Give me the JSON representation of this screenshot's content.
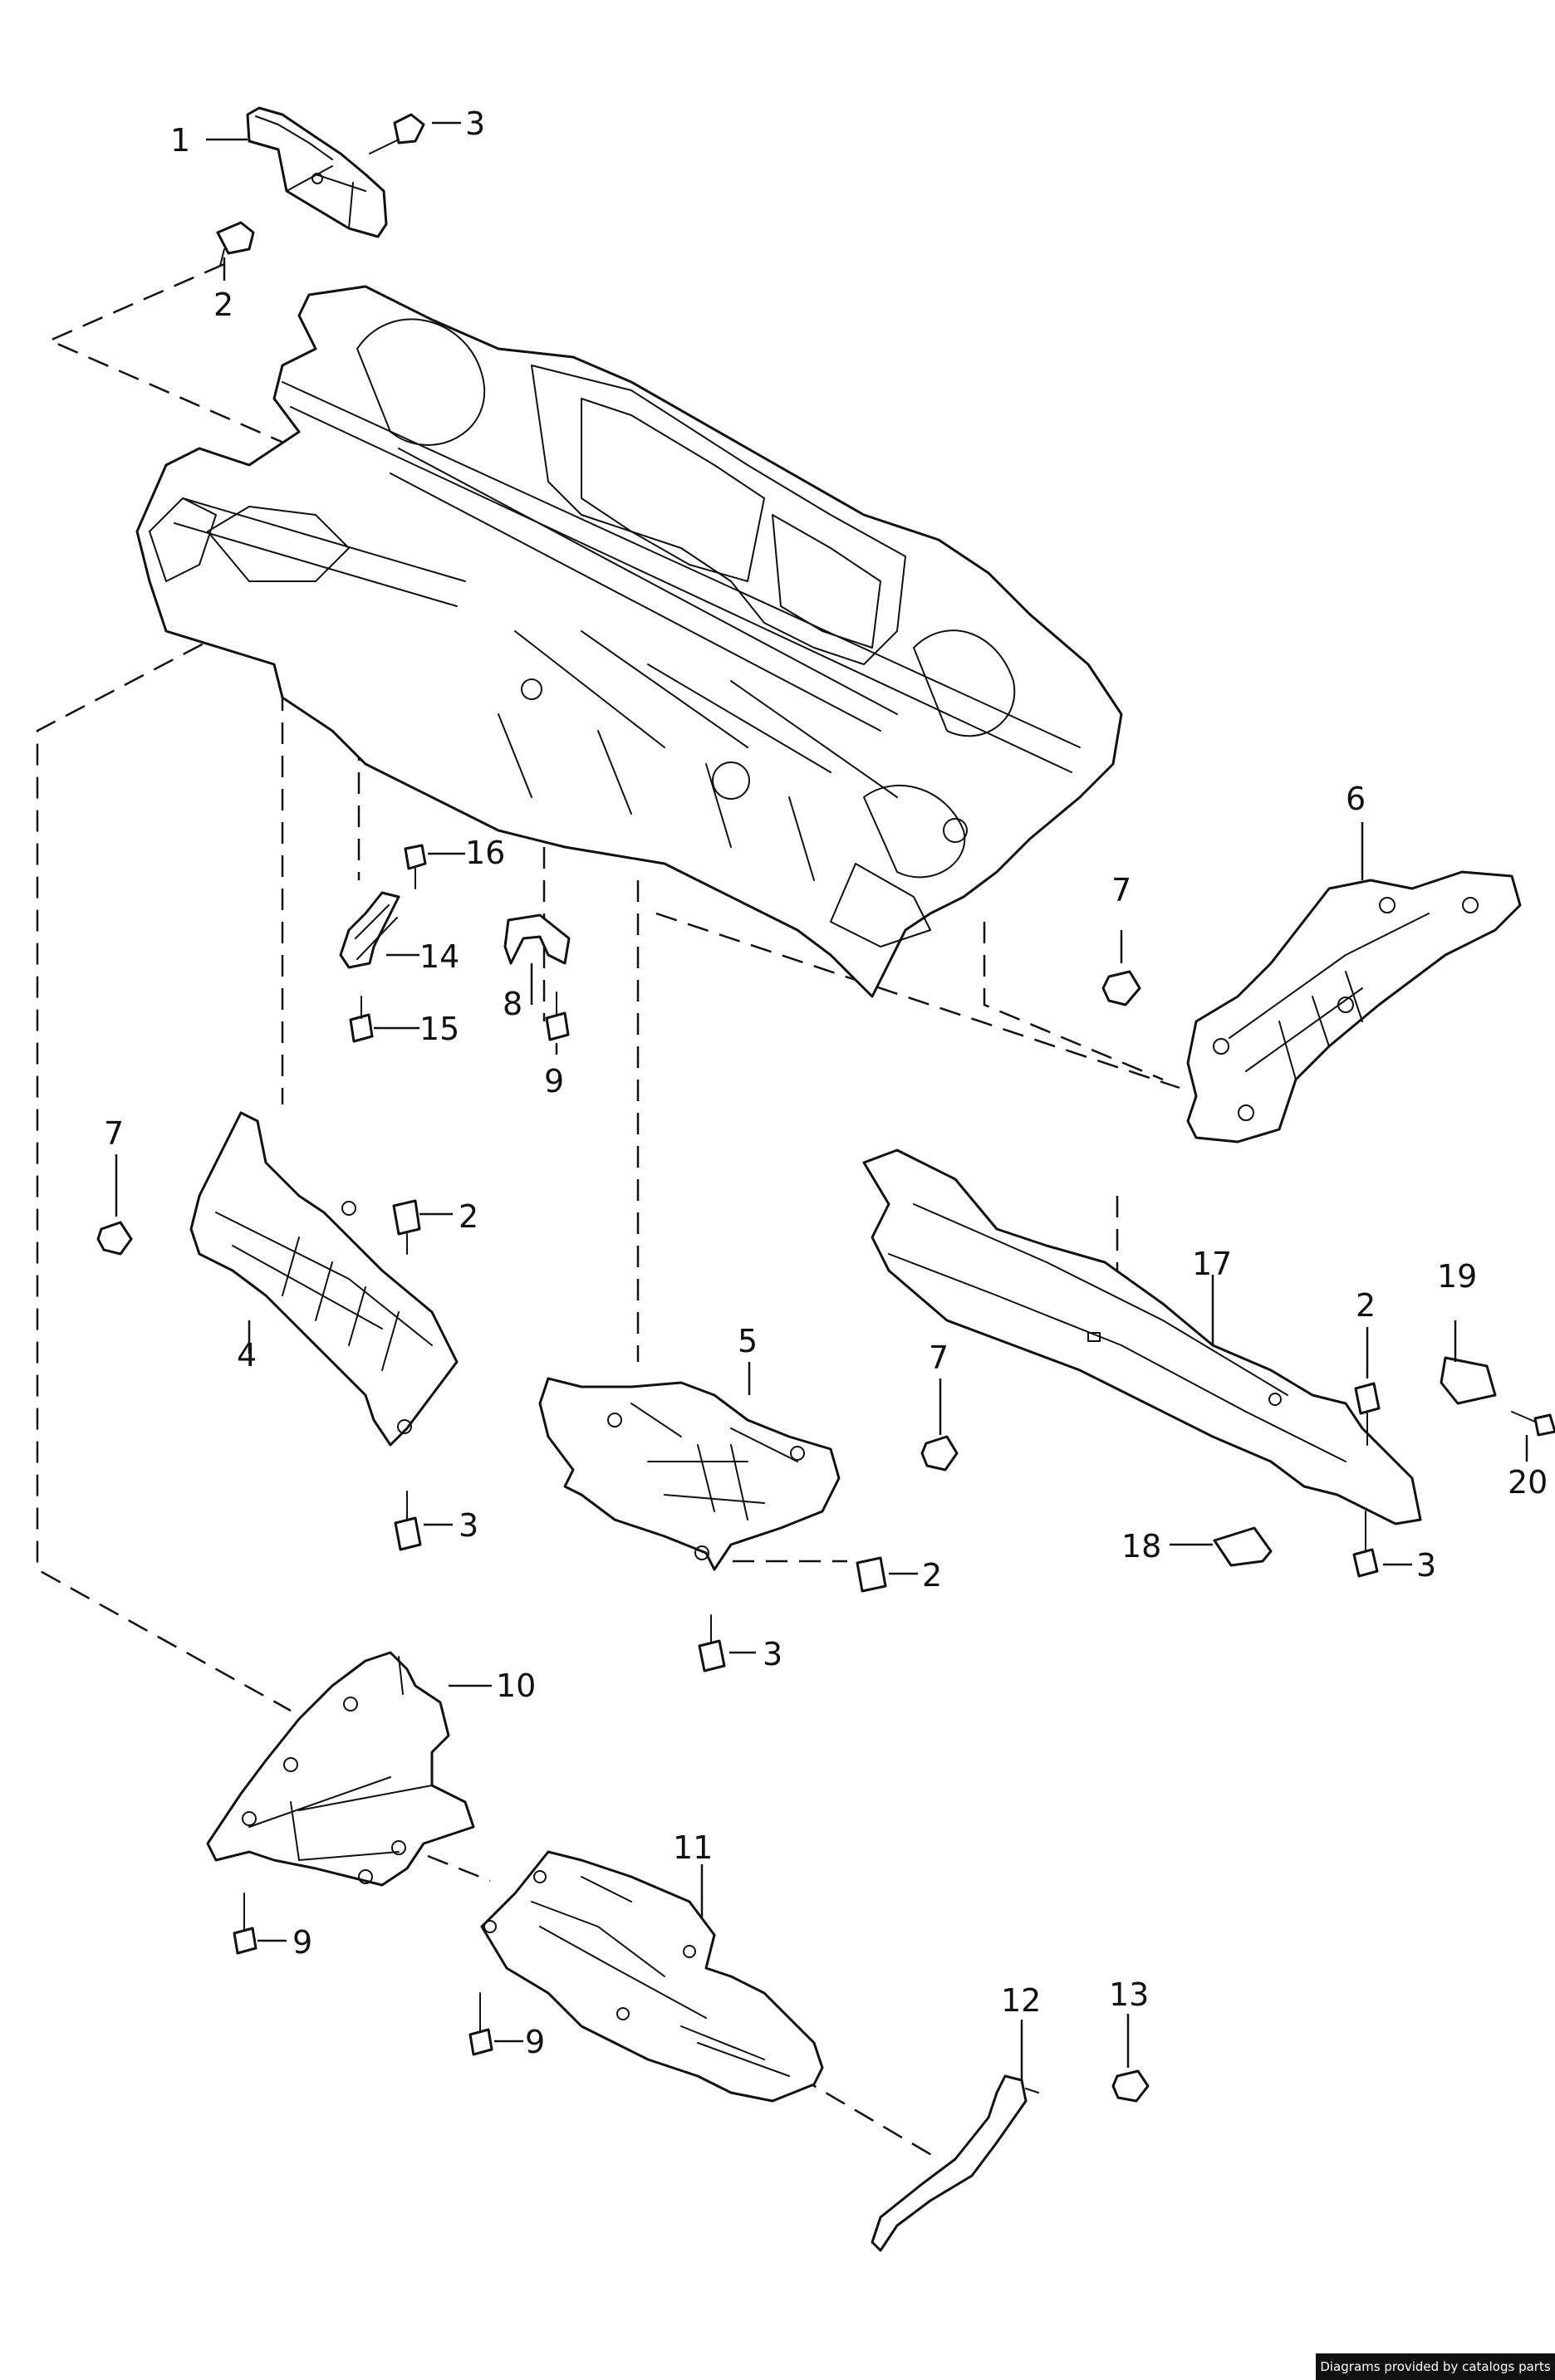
{
  "diagram": {
    "callouts": {
      "c1": "1",
      "c2a": "2",
      "c3a": "3",
      "c6": "6",
      "c7a": "7",
      "c16": "16",
      "c14": "14",
      "c15": "15",
      "c8": "8",
      "c9a": "9",
      "c7b": "7",
      "c2b": "2",
      "c4": "4",
      "c3b": "3",
      "c17": "17",
      "c19": "19",
      "c2c": "2",
      "c20": "20",
      "c18": "18",
      "c3c": "3",
      "c5": "5",
      "c7c": "7",
      "c2d": "2",
      "c3d": "3",
      "c10": "10",
      "c11": "11",
      "c9b": "9",
      "c9c": "9",
      "c12": "12",
      "c13": "13"
    }
  },
  "footer": {
    "credit": "Diagrams provided by catalogs parts"
  }
}
